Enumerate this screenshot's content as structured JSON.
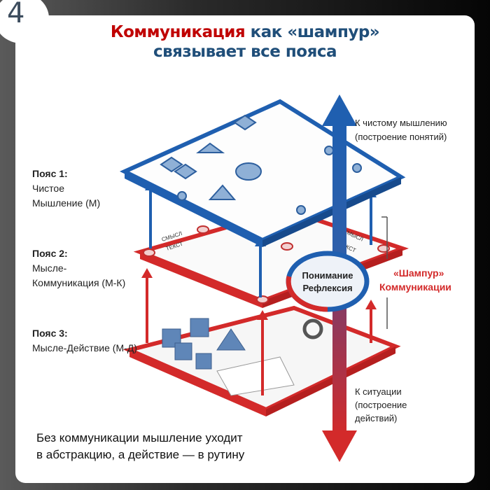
{
  "badge_number": "4",
  "title": {
    "part1": "Коммуникация",
    "part2": " как «шампур»",
    "line2": "связывает все пояса"
  },
  "belts": [
    {
      "name": "Пояс 1:",
      "line1": "Чистое",
      "line2": "Мышление (М)"
    },
    {
      "name": "Пояс 2:",
      "line1": "Мысле-",
      "line2": "Коммуникация (М-К)"
    },
    {
      "name": "Пояс 3:",
      "line1": "Мысле-Действие (М-Д)"
    }
  ],
  "up_label": {
    "line1": "К чистому мышлению",
    "line2": "(построение понятий)"
  },
  "down_label": {
    "line1": "К ситуации",
    "line2": "(построение",
    "line3": "действий)"
  },
  "skewer_label": {
    "line1": "«Шампур»",
    "line2": "Коммуникации"
  },
  "center": {
    "line1": "Понимание",
    "line2": "Рефлексия"
  },
  "plane_tags": {
    "a": "СМЫСЛ",
    "b": "ТЕКСТ",
    "c": "СМЫСЛ",
    "d": "ТЕКСТ"
  },
  "note": {
    "line1": "Без коммуникации мышление уходит",
    "line2": "в абстракцию, а действие — в рутину"
  },
  "colors": {
    "blue": "#1f5fb0",
    "red": "#d32a2a",
    "title_blue": "#1f4e79",
    "title_red": "#c00000"
  }
}
